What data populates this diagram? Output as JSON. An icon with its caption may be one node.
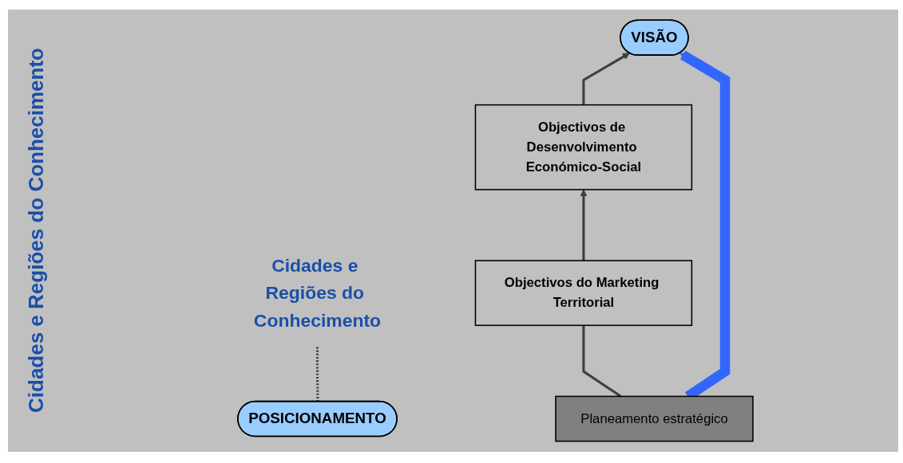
{
  "diagram": {
    "nodes": [
      {
        "text": [
          "VISÃO"
        ]
      },
      {
        "text": [
          "Cidades e Regiões do Conhecimento"
        ]
      },
      {
        "text": [
          "POSICIONAMENTO"
        ]
      },
      {
        "text": [
          "Objectivos de Desenvolvimento Económico-Social"
        ]
      },
      {
        "text": [
          "Planeamento estratégico"
        ]
      },
      {
        "text": [
          "Objectivos do Marketing Territorial"
        ]
      }
    ],
    "edges": [
      {
        "from": 3,
        "to": 0,
        "arrow": "to"
      },
      {
        "from": 5,
        "to": 3,
        "arrow": "to"
      },
      {
        "from": 4,
        "to": 0,
        "arrow": "to",
        "style": "thick",
        "color": "#3366ff"
      },
      {
        "from": 4,
        "to": 5,
        "arrow": "none"
      },
      {
        "from": 2,
        "to": 1,
        "arrow": "none",
        "style": "dashed"
      }
    ],
    "labels": [
      "Cidades e Regiões do Conhecimento"
    ]
  }
}
